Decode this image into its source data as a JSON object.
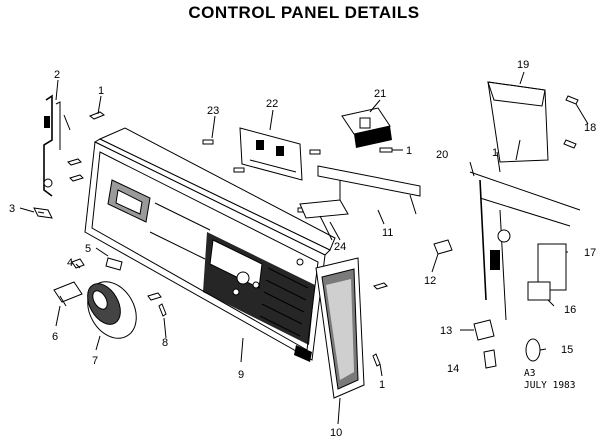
{
  "title": "CONTROL PANEL DETAILS",
  "parts": [
    {
      "label": "1"
    },
    {
      "label": "1"
    },
    {
      "label": "1"
    },
    {
      "label": "1"
    },
    {
      "label": "2"
    },
    {
      "label": "3"
    },
    {
      "label": "4"
    },
    {
      "label": "5"
    },
    {
      "label": "6"
    },
    {
      "label": "7"
    },
    {
      "label": "8"
    },
    {
      "label": "9"
    },
    {
      "label": "10"
    },
    {
      "label": "11"
    },
    {
      "label": "12"
    },
    {
      "label": "13"
    },
    {
      "label": "14"
    },
    {
      "label": "15"
    },
    {
      "label": "16"
    },
    {
      "label": "17"
    },
    {
      "label": "18"
    },
    {
      "label": "19"
    },
    {
      "label": "20"
    },
    {
      "label": "21"
    },
    {
      "label": "22"
    },
    {
      "label": "23"
    },
    {
      "label": "24"
    }
  ],
  "stamp": {
    "line1": "A3",
    "line2": "JULY 1983"
  }
}
